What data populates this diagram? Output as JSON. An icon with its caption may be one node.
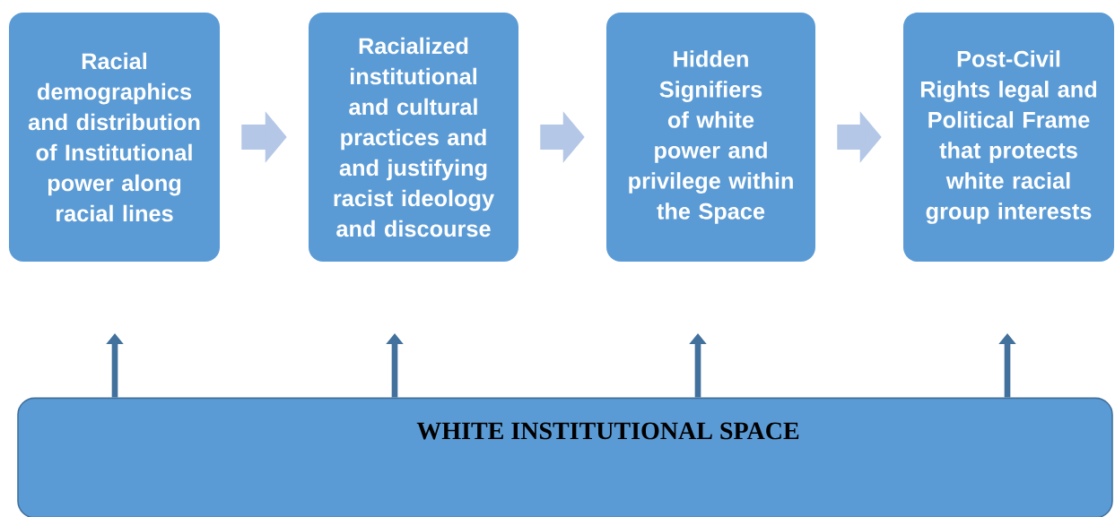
{
  "diagram": {
    "nodes": [
      {
        "text": [
          "Racial demographics and distribution of Institutional power along racial lines"
        ]
      },
      {
        "text": [
          "Racialized institutional and cultural practices and and justifying racist ideology and discourse"
        ]
      },
      {
        "text": [
          "Hidden Signifiers of white power and privilege within the Space"
        ]
      },
      {
        "text": [
          "Post-Civil Rights legal and Political Frame that protects white racial group interests"
        ]
      },
      {
        "text": [
          "WHITE INSTITUTIONAL SPACE"
        ]
      }
    ],
    "edges": [
      {
        "from": 0,
        "to": 1,
        "arrow": "to",
        "style": "thick",
        "color": "#b4c7e7"
      },
      {
        "from": 1,
        "to": 2,
        "arrow": "to",
        "style": "thick",
        "color": "#b4c7e7"
      },
      {
        "from": 2,
        "to": 3,
        "arrow": "to",
        "style": "thick",
        "color": "#b4c7e7"
      },
      {
        "from": 4,
        "to": null,
        "arrow": "to"
      },
      {
        "from": 4,
        "to": null,
        "arrow": "to"
      },
      {
        "from": 4,
        "to": null,
        "arrow": "to"
      },
      {
        "from": 4,
        "to": null,
        "arrow": "to"
      }
    ]
  }
}
